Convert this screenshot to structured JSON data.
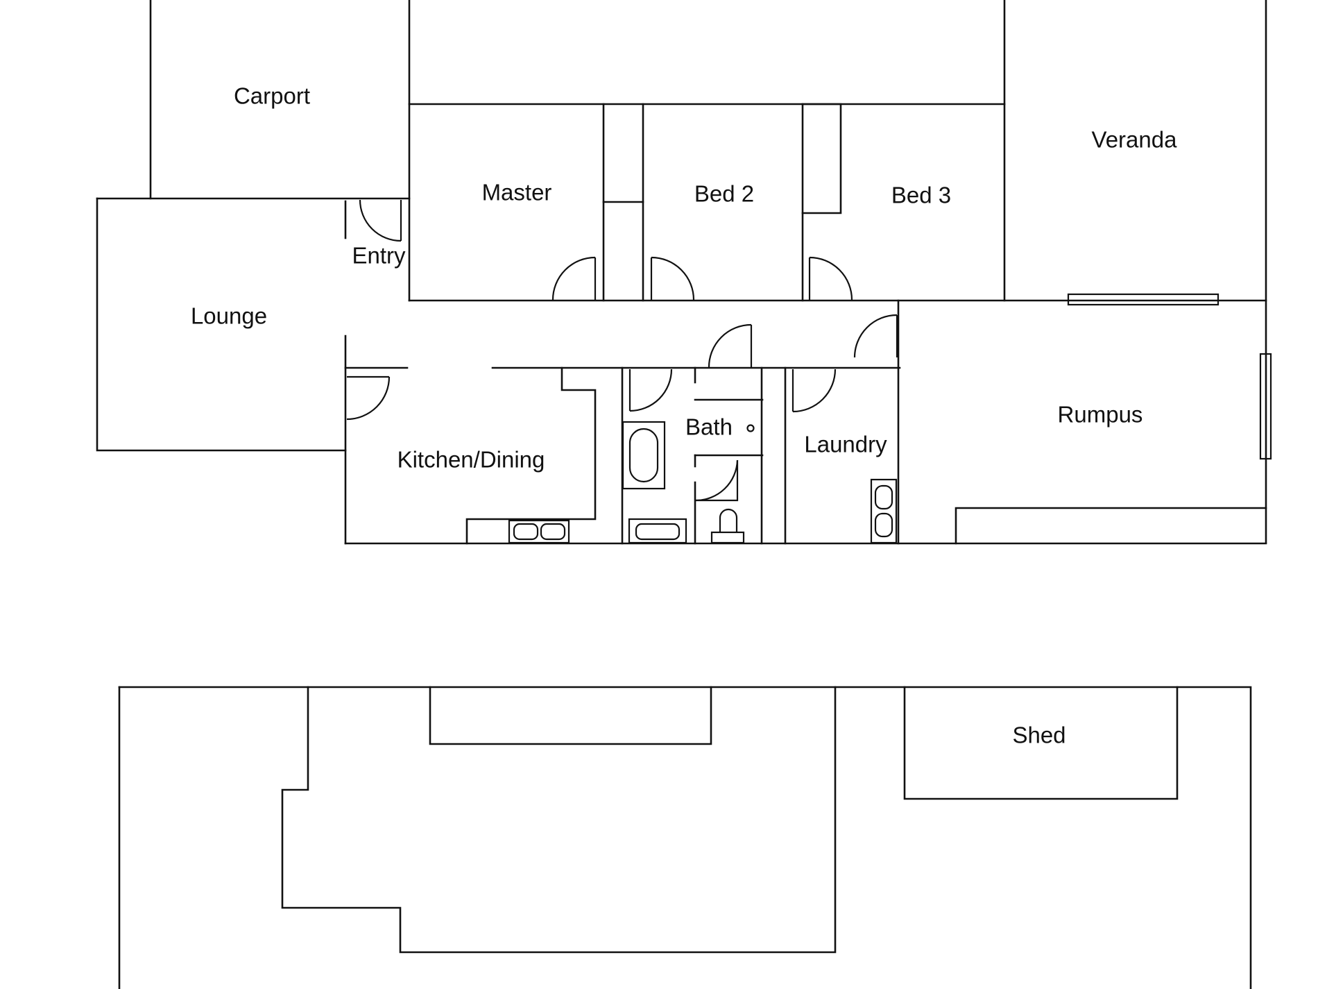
{
  "colors": {
    "line": "#111111",
    "background": "#ffffff"
  },
  "rooms": {
    "carport": "Carport",
    "master": "Master",
    "bed2": "Bed 2",
    "bed3": "Bed 3",
    "veranda": "Veranda",
    "entry": "Entry",
    "lounge": "Lounge",
    "bath": "Bath",
    "laundry": "Laundry",
    "rumpus": "Rumpus",
    "kitchen": "Kitchen/Dining",
    "shed": "Shed"
  }
}
